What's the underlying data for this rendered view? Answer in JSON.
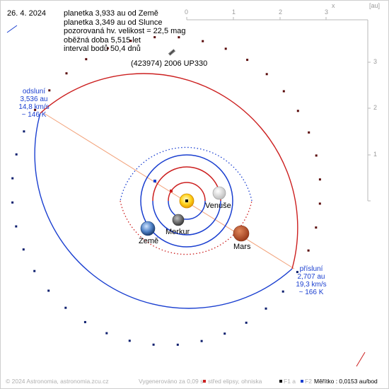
{
  "date": "26. 4. 2024",
  "info_lines": [
    "planetka 3,933 au od Země",
    "planetka 3,349 au od Slunce",
    "pozorovaná hv. velikost = 22,5 mag",
    "oběžná doba 5,515 let",
    "interval bodů 50,4 dnů"
  ],
  "object_name": "(423974) 2006 UP330",
  "aphelion": {
    "title": "odsluní",
    "distance": "3,536 au",
    "speed": "14,8 km/s",
    "temp": "~ 146 K"
  },
  "perihelion": {
    "title": "přísluní",
    "distance": "2,707 au",
    "speed": "19,3 km/s",
    "temp": "~ 166 K"
  },
  "planets": {
    "venus": "Venuše",
    "mercury": "Merkur",
    "earth": "Země",
    "mars": "Mars"
  },
  "axes": {
    "x_ticks": [
      "0",
      "1",
      "2",
      "3"
    ],
    "y_ticks": [
      "3",
      "2",
      "1"
    ],
    "x_label": "x",
    "unit": "[au]"
  },
  "footer": {
    "copyright": "© 2024 Astronomia, astronomia.zcu.cz",
    "generated": "Vygenerováno za 0,09 s",
    "legend_center": "střed elipsy, ohniska",
    "f1": "F1 a",
    "f2": "F2",
    "scale": "Měřítko : 0,0153 au/bod"
  },
  "colors": {
    "orbit_red": "#cc1f1f",
    "orbit_blue": "#1a3fd0",
    "apsis_line": "#f2a27a",
    "axis_gray": "#b8b8b8"
  }
}
